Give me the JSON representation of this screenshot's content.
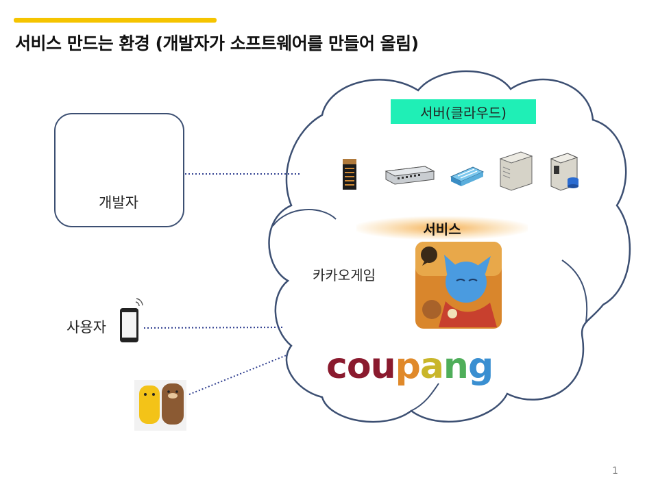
{
  "slide": {
    "title": "서비스 만드는 환경 (개발자가 소프트웨어를 만들어 올림)",
    "page_number": "1"
  },
  "left": {
    "developer_label": "개발자",
    "user_label": "사용자"
  },
  "cloud": {
    "server_label": "서버(클라우드)",
    "service_label": "서비스",
    "kakao_label": "카카오게임",
    "coupang_letters": [
      {
        "ch": "c",
        "color": "#8a1a2e"
      },
      {
        "ch": "o",
        "color": "#8a1a2e"
      },
      {
        "ch": "u",
        "color": "#8a1a2e"
      },
      {
        "ch": "p",
        "color": "#e0892a"
      },
      {
        "ch": "a",
        "color": "#c9b62a"
      },
      {
        "ch": "n",
        "color": "#4fae5a"
      },
      {
        "ch": "g",
        "color": "#3a8fd1"
      }
    ]
  },
  "colors": {
    "accent": "#f5c400",
    "server_label_bg": "#1fefb6",
    "outline": "#3c4f72",
    "connector": "#2f3e8f"
  },
  "icons": [
    "developer-at-laptop-icon",
    "smartphone-icon",
    "smart-speakers-icon",
    "rack-server-icon",
    "network-appliance-icon",
    "network-switch-icon",
    "tower-server-icon",
    "database-server-icon",
    "kakao-game-app-icon"
  ]
}
